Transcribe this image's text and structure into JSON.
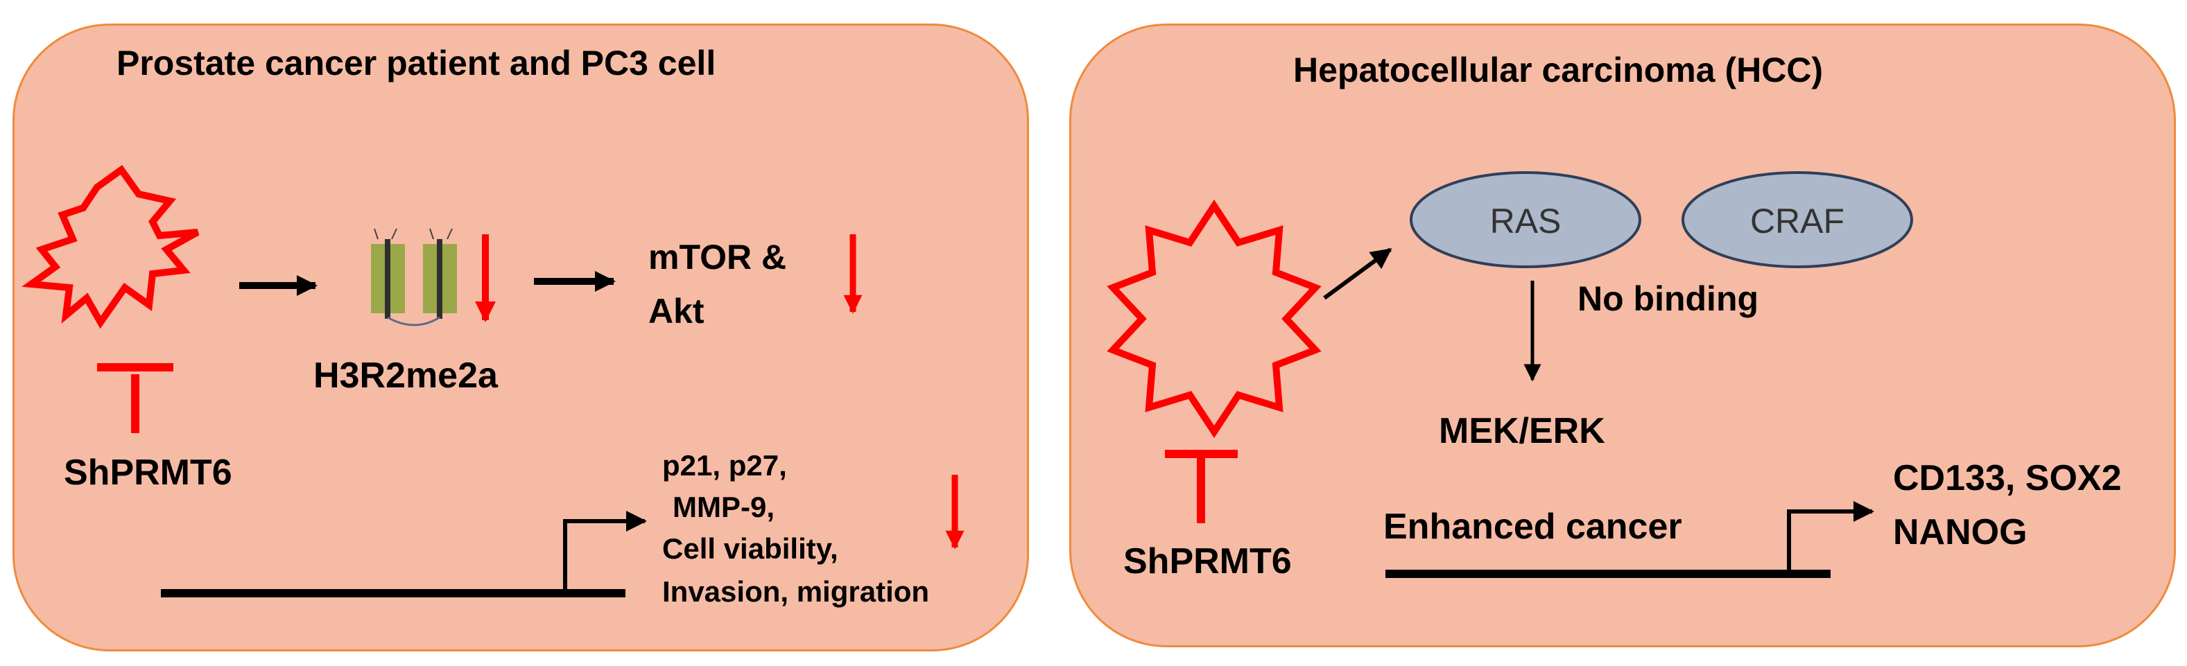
{
  "left_panel": {
    "title": "Prostate cancer patient and PC3 cell",
    "inhibitor": "ShPRMT6",
    "histone_mark": "H3R2me2a",
    "target_line1": "mTOR &",
    "target_line2": "Akt",
    "gene_list": [
      "p21, p27,",
      "MMP-9,",
      "Cell viability,",
      "Invasion, migration"
    ]
  },
  "right_panel": {
    "title": "Hepatocellular carcinoma (HCC)",
    "inhibitor": "ShPRMT6",
    "node_ras": "RAS",
    "node_craf": "CRAF",
    "binding_note": "No binding",
    "downstream": "MEK/ERK",
    "promoter_label": "Enhanced cancer",
    "markers_line1": "CD133, SOX2",
    "markers_line2": "NANOG"
  },
  "colors": {
    "panel_fill": "#f6bba4",
    "panel_border": "#f08a3c",
    "inhibition_red": "#ff0000",
    "ellipse_fill": "#adb9ca",
    "ellipse_stroke": "#2f3f5a"
  }
}
